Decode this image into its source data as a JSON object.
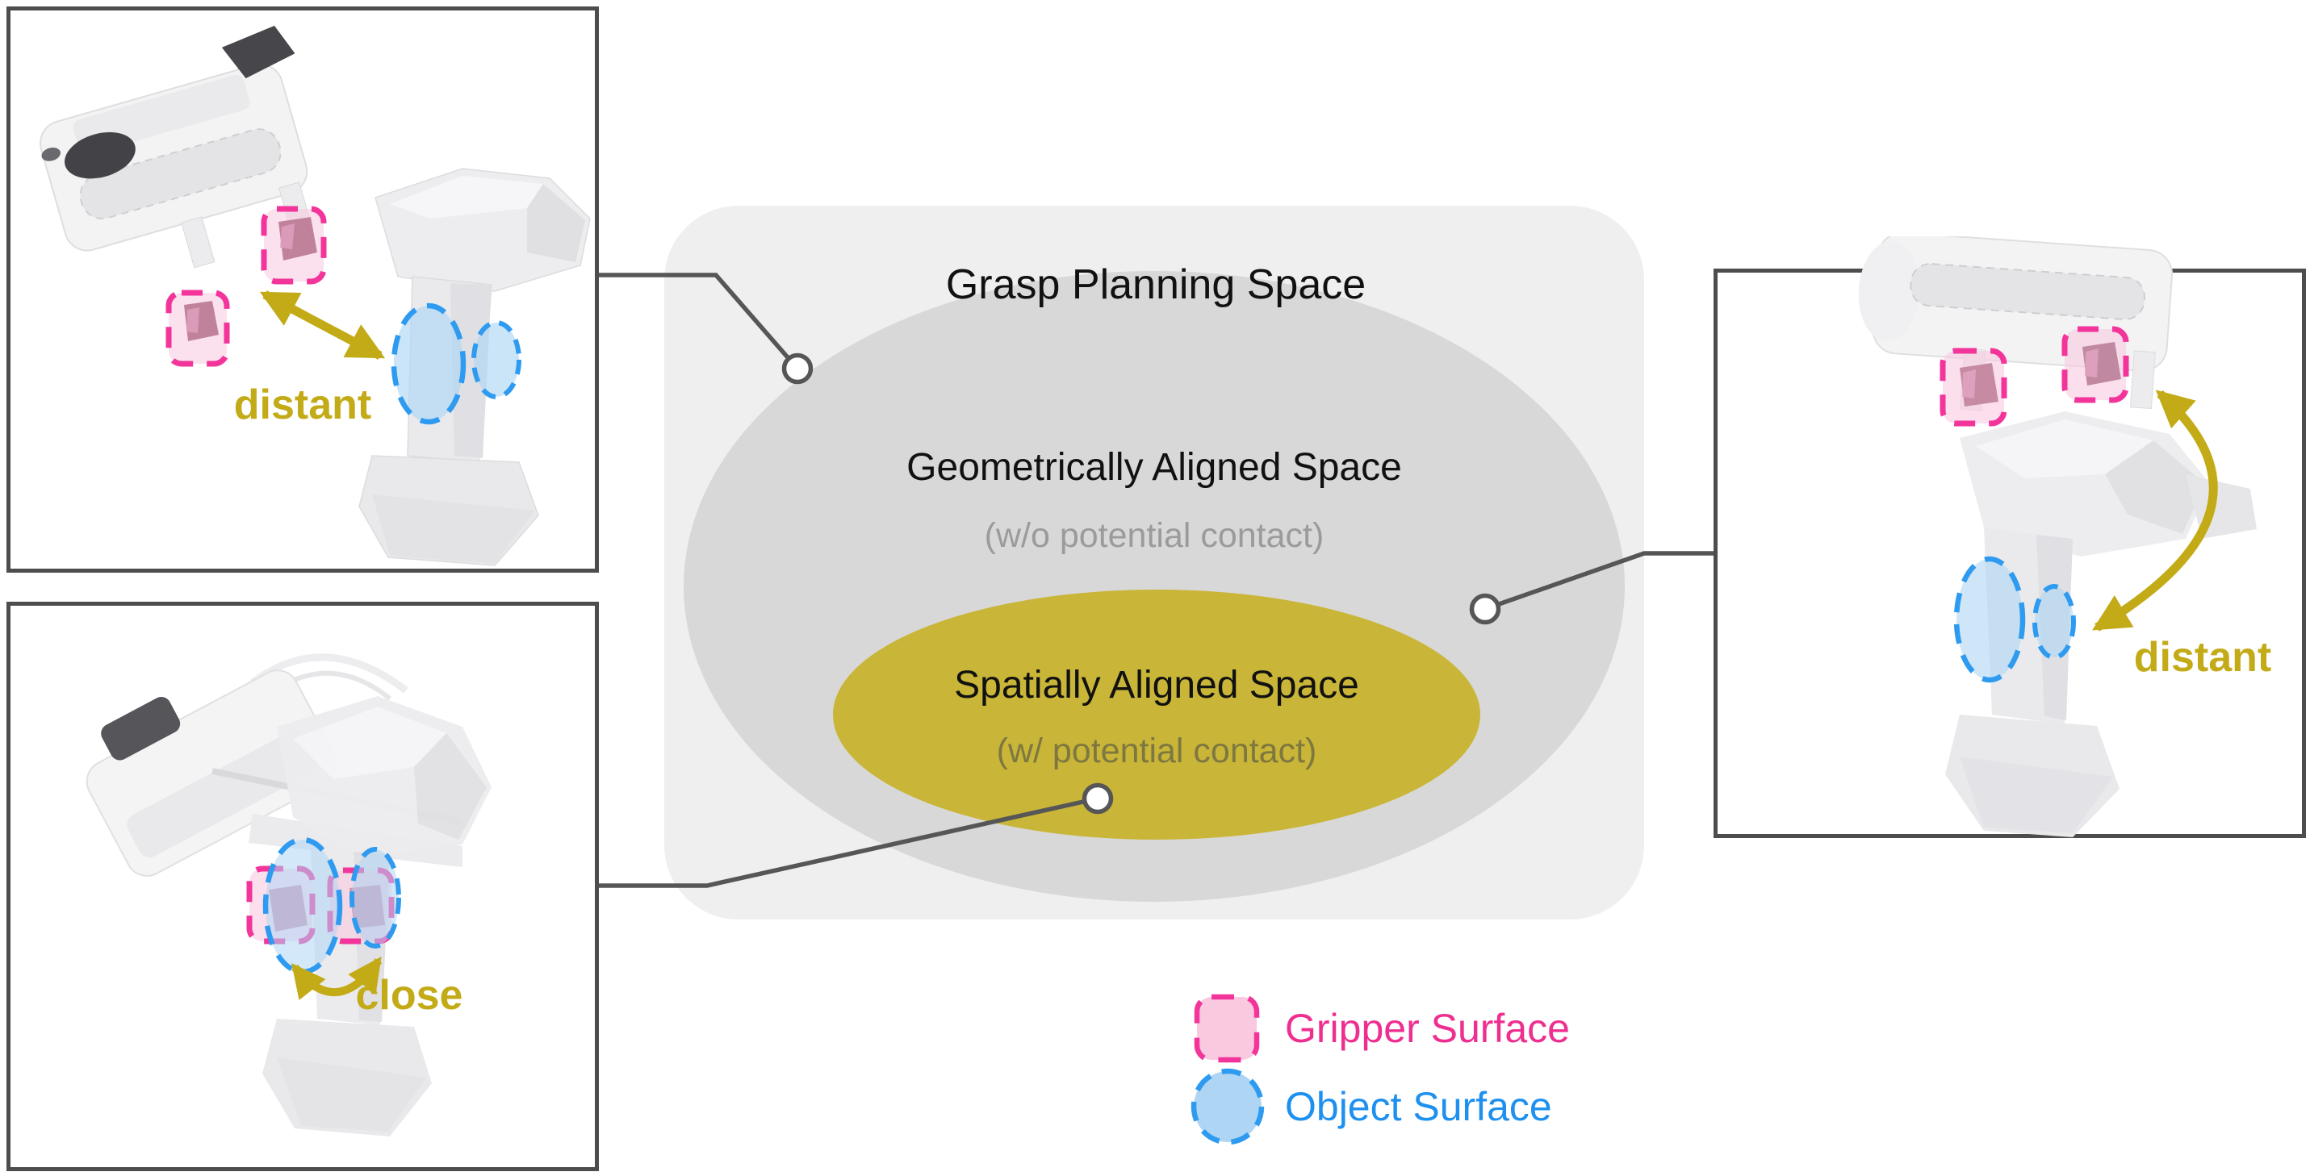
{
  "diagram": {
    "outer_label": "Grasp Planning Space",
    "middle_label": "Geometrically Aligned Space",
    "middle_note": "(w/o potential contact)",
    "inner_label": "Spatially Aligned Space",
    "inner_note": "(w/ potential contact)"
  },
  "panels": {
    "top_left": {
      "label": "distant"
    },
    "bottom_left": {
      "label": "close"
    },
    "right": {
      "label": "distant"
    }
  },
  "legend": {
    "items": [
      {
        "id": "gripper-surface",
        "label": "Gripper Surface",
        "color": "#ee2f90"
      },
      {
        "id": "object-surface",
        "label": "Object Surface",
        "color": "#1e90f0"
      }
    ]
  },
  "colors": {
    "panel_border": "#4d4d4d",
    "connector": "#565656",
    "grasp_space_fill": "#f0eff0",
    "geometric_space_fill": "#d8d8d8",
    "spatial_space_fill": "#c9b537",
    "annotation_yellow": "#c3ab18",
    "gripper_pink_stroke": "#f2349b",
    "gripper_pink_fill": "#f8c9df",
    "object_blue_stroke": "#2e9bf0",
    "object_blue_fill": "#aed6f4",
    "middle_note_color": "#9b9b9b",
    "inner_note_color": "#7e7840"
  }
}
